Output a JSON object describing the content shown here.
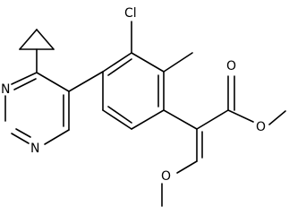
{
  "molecule": {
    "atom_labels": {
      "cl": "Cl",
      "n1": "N",
      "n2": "N",
      "o_carbonyl": "O",
      "o_ester": "O",
      "o_ether": "O"
    },
    "colors": {
      "bond": "#000000",
      "label": "#000000",
      "background": "#ffffff"
    }
  }
}
